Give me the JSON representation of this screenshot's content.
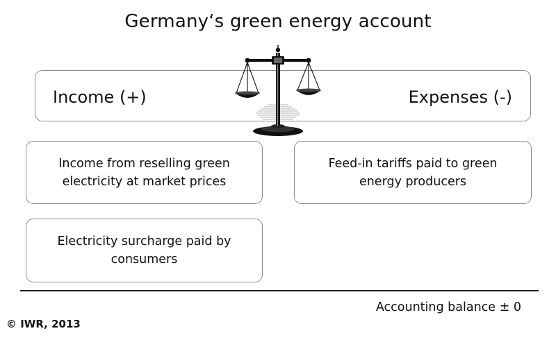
{
  "title": "Germany‘s green energy account",
  "header": {
    "income_label": "Income (+)",
    "expenses_label": "Expenses (-)"
  },
  "income_items": [
    "Income from reselling green electricity at market prices",
    "Electricity surcharge paid by consumers"
  ],
  "expense_items": [
    "Feed-in tariffs paid to green energy producers"
  ],
  "balance_label": "Accounting balance ± 0",
  "copyright": "© IWR, 2013",
  "icons": {
    "scale": "balance-scale-icon"
  },
  "colors": {
    "box_border": "#8a8a8a",
    "text": "#111111",
    "rule": "#222222"
  }
}
